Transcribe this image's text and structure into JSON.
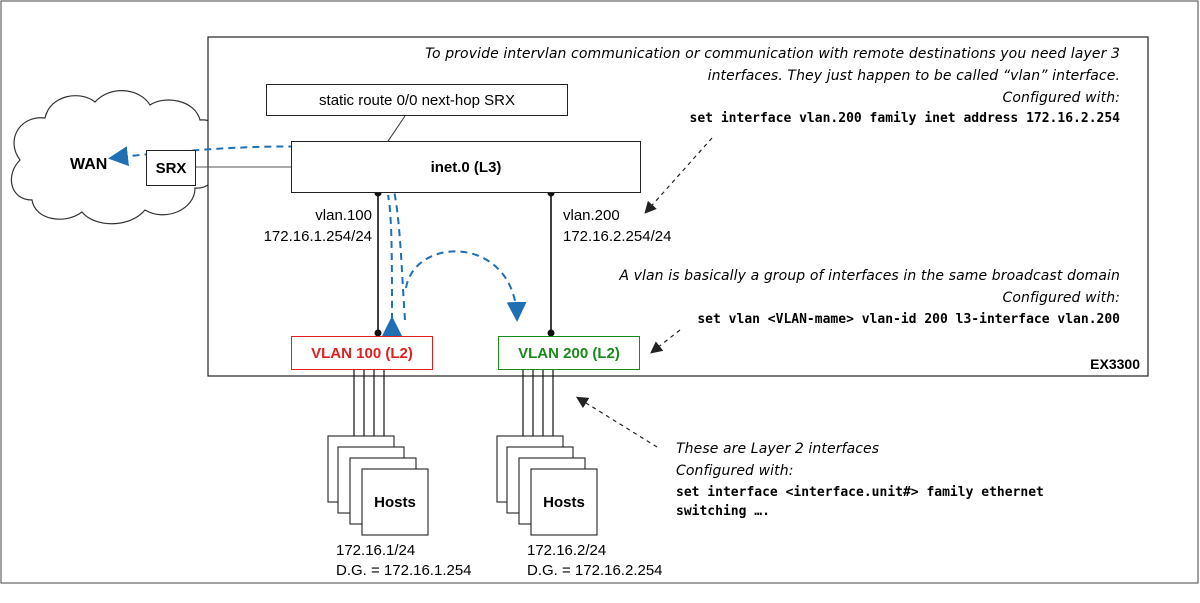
{
  "wan": {
    "label": "WAN"
  },
  "srx": {
    "label": "SRX"
  },
  "switch": {
    "label": "EX3300"
  },
  "static_route": {
    "label": "static route 0/0 next-hop SRX"
  },
  "inet0": {
    "label": "inet.0 (L3)"
  },
  "vlan100_iface": {
    "name": "vlan.100",
    "address": "172.16.1.254/24"
  },
  "vlan200_iface": {
    "name": "vlan.200",
    "address": "172.16.2.254/24"
  },
  "vlan100": {
    "label": "VLAN 100 (L2)",
    "color": "#e02020"
  },
  "vlan200": {
    "label": "VLAN 200 (L2)",
    "color": "#1a8a1a"
  },
  "hosts_left": {
    "label": "Hosts",
    "subnet": "172.16.1/24",
    "gateway": "D.G. = 172.16.1.254"
  },
  "hosts_right": {
    "label": "Hosts",
    "subnet": "172.16.2/24",
    "gateway": "D.G. = 172.16.2.254"
  },
  "note_l3": {
    "line1": "To provide intervlan communication or communication with remote destinations you need layer 3",
    "line2": "interfaces.  They just happen to be called “vlan” interface.",
    "line3": "Configured with:",
    "command": "set interface vlan.200 family inet address 172.16.2.254"
  },
  "note_vlan": {
    "line1": "A vlan is basically a group of interfaces in the same broadcast domain",
    "line2": "Configured with:",
    "command": "set vlan <VLAN-mame> vlan-id 200 l3-interface vlan.200"
  },
  "note_l2": {
    "line1": "These are Layer 2 interfaces",
    "line2": "Configured with:",
    "command_line1": "set interface <interface.unit#> family ethernet",
    "command_line2": "switching …."
  },
  "colors": {
    "flow": "#1f6fb5",
    "line": "#222222"
  }
}
